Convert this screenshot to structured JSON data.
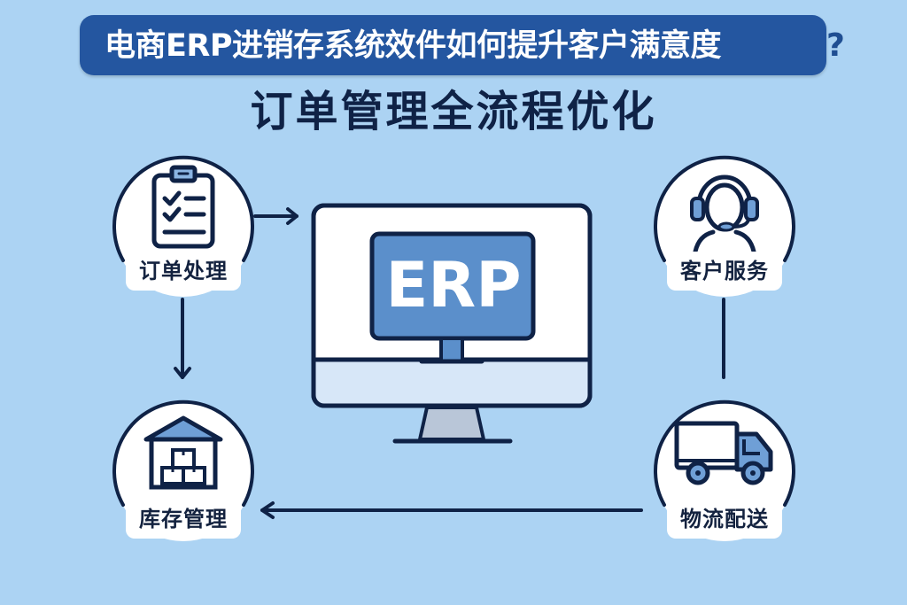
{
  "banner": {
    "title": "电商ERP进销存系统效件如何提升客户满意度",
    "question_mark": "?"
  },
  "subtitle": "订单管理全流程优化",
  "center": {
    "label": "ERP",
    "icon": "monitor-icon"
  },
  "nodes": [
    {
      "id": "order",
      "label": "订单处理",
      "icon": "clipboard-checklist-icon"
    },
    {
      "id": "service",
      "label": "客户服务",
      "icon": "headset-agent-icon"
    },
    {
      "id": "inventory",
      "label": "库存管理",
      "icon": "warehouse-boxes-icon"
    },
    {
      "id": "logistics",
      "label": "物流配送",
      "icon": "delivery-truck-icon"
    }
  ],
  "connectors": [
    {
      "from": "订单处理",
      "to": "ERP",
      "type": "arrow-right"
    },
    {
      "from": "订单处理",
      "to": "库存管理",
      "type": "arrow-down"
    },
    {
      "from": "客户服务",
      "to": "物流配送",
      "type": "line"
    },
    {
      "from": "物流配送",
      "to": "库存管理",
      "type": "arrow-left"
    }
  ],
  "colors": {
    "background": "#acd3f3",
    "banner": "#2456a0",
    "outline": "#0f2246",
    "accent": "#5b8fcb",
    "white": "#ffffff"
  }
}
